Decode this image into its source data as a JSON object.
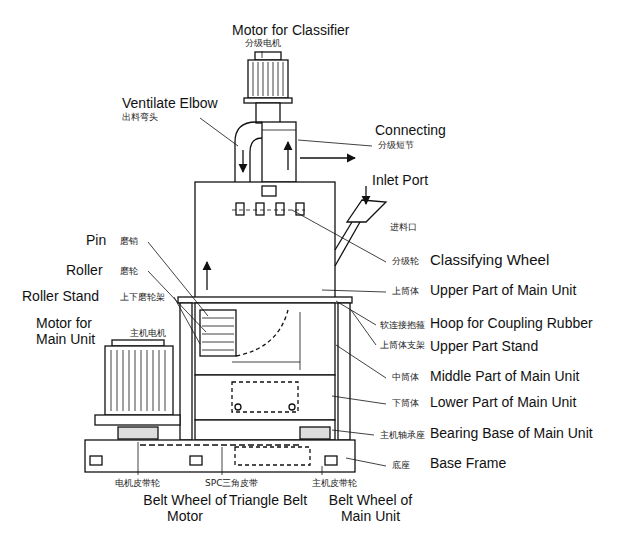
{
  "diagram": {
    "labels": [
      "Motor for Classifier",
      "分级电机",
      "Ventilate Elbow",
      "出料弯头",
      "Connecting",
      "分级短节",
      "Inlet Port",
      "进料口",
      "Pin",
      "磨销",
      "Roller",
      "磨轮",
      "Roller Stand",
      "上下磨轮架",
      "Motor for Main Unit",
      "主机电机",
      "分级轮",
      "Classifying Wheel",
      "上筒体",
      "Upper Part of Main Unit",
      "软连接抱箍",
      "Hoop for Coupling Rubber",
      "上筒体支架",
      "Upper Part Stand",
      "中筒体",
      "Middle Part of Main Unit",
      "下筒体",
      "Lower Part of Main Unit",
      "主机轴承座",
      "Bearing Base of Main Unit",
      "底座",
      "Base Frame",
      "电机皮带轮",
      "SPC三角皮带",
      "主机皮带轮",
      "Belt Wheel of Motor",
      "Triangle Belt",
      "Belt Wheel of Main Unit"
    ]
  }
}
